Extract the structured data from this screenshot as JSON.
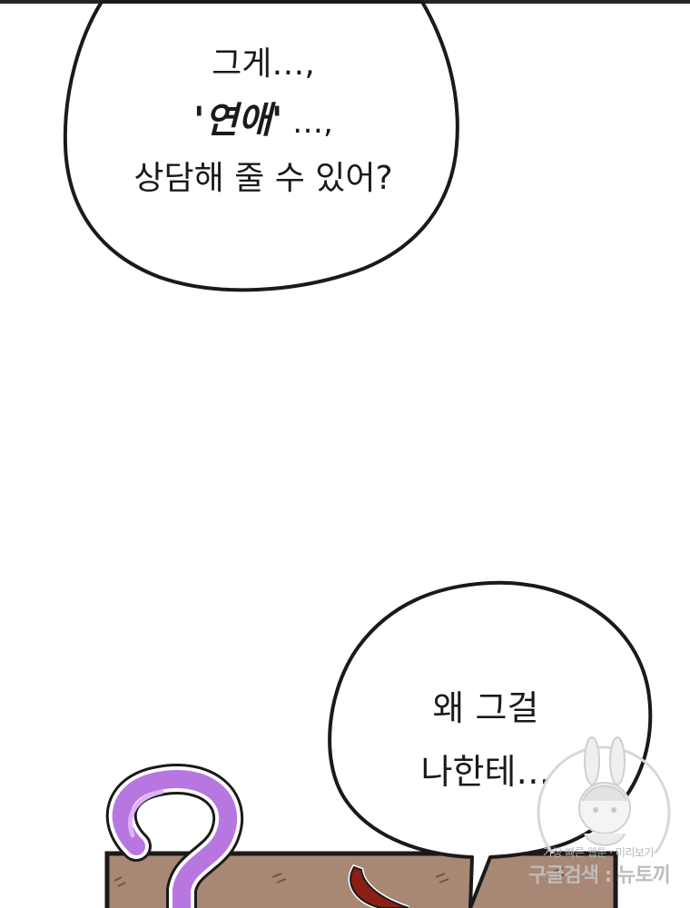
{
  "bubble_top": {
    "line1": "그게…,",
    "line2_bold": "'연애'",
    "line2_rest": " …,",
    "line3": "상담해 줄 수 있어?"
  },
  "bubble_bottom": {
    "line1": "왜 그걸",
    "line2": "나한테…"
  },
  "watermark": {
    "top": "가장 빠른 웹툰 · 미리보기",
    "main": "구글검색 : 뉴토끼"
  },
  "colors": {
    "background": "#ffffff",
    "outline": "#1a1a1a",
    "question_mark": "#b877e0",
    "box_brown": "#a88774",
    "horn_red": "#8c1e14"
  },
  "icons": {
    "question_mark": "question-mark-icon",
    "mascot": "rabbit-mascot-icon"
  }
}
